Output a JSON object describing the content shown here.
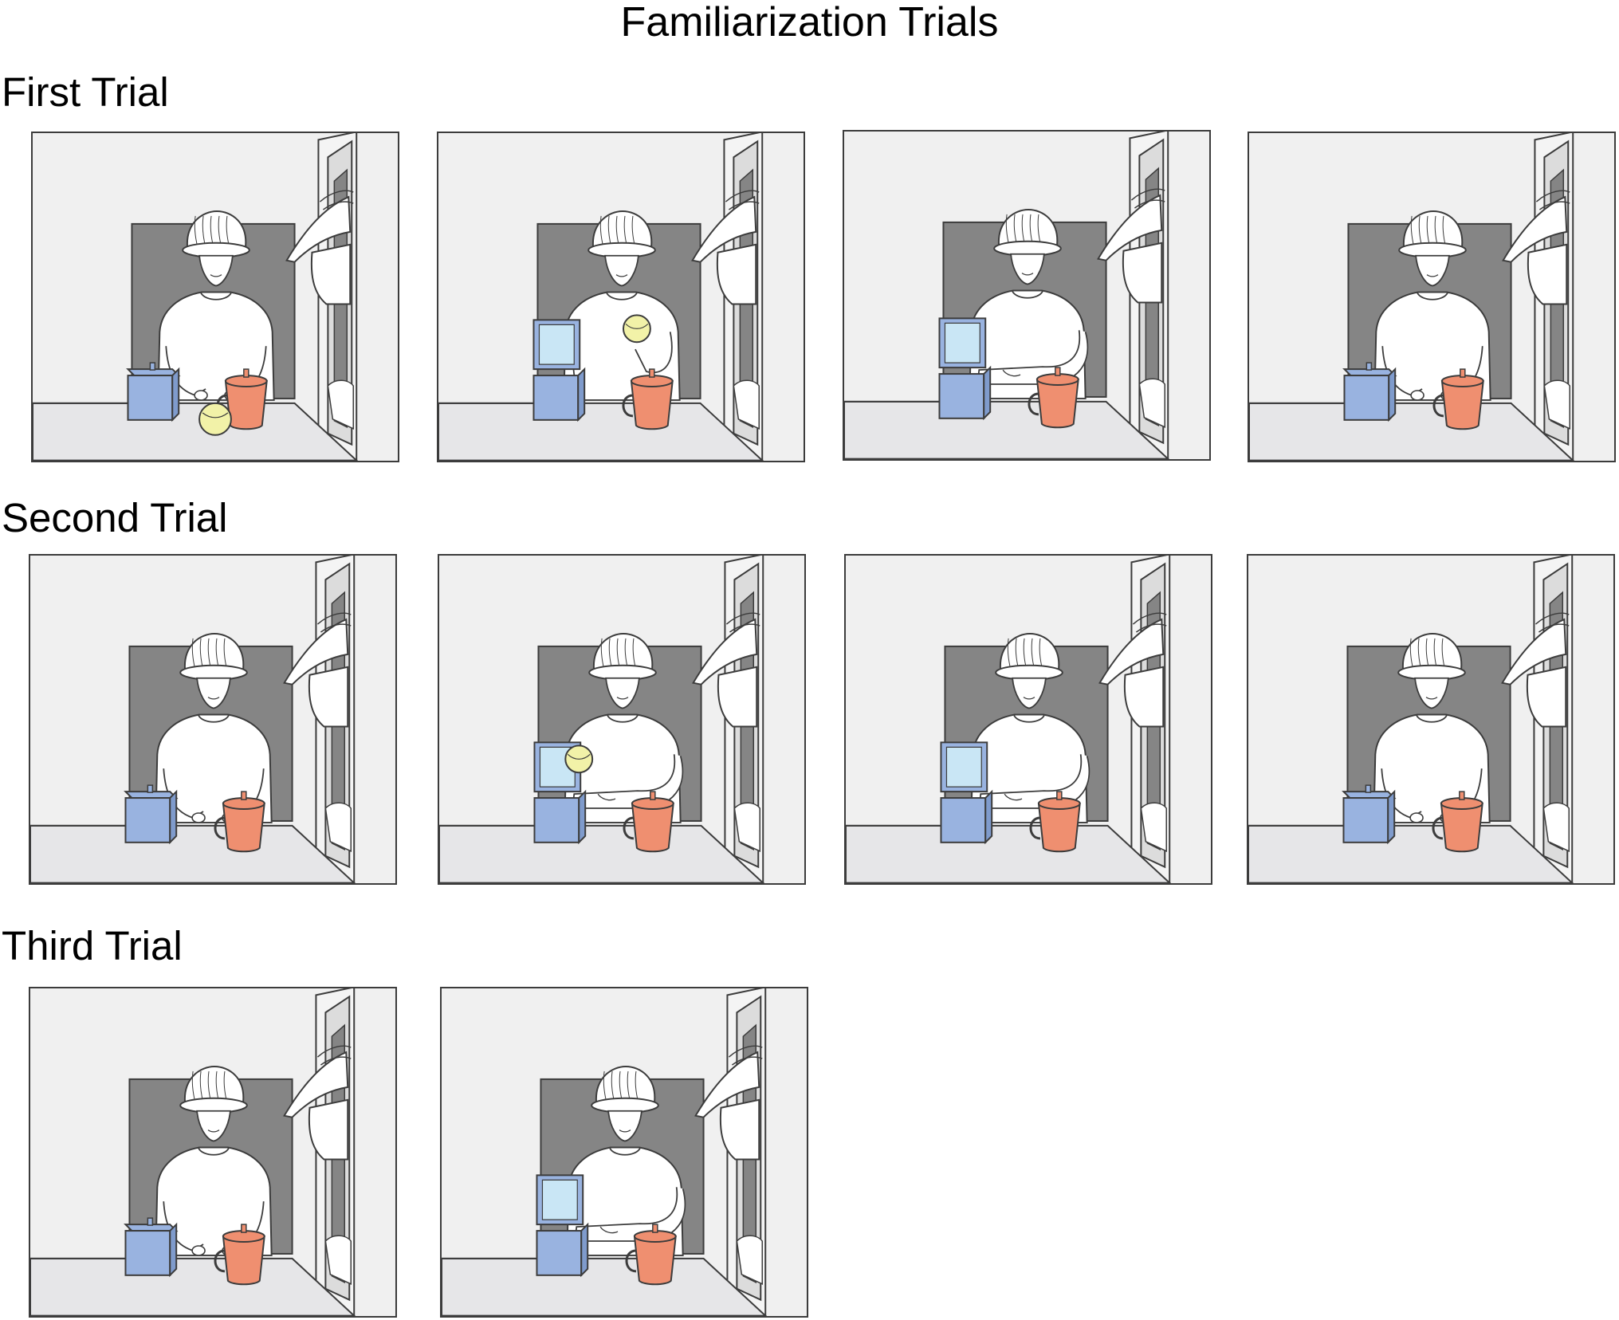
{
  "title": "Familiarization Trials",
  "trials": [
    {
      "label": "First Trial",
      "frames": [
        {
          "action": "rest",
          "ball_on_table": true
        },
        {
          "action": "lift-ball",
          "ball_in_hand": true
        },
        {
          "action": "reach-into-box"
        },
        {
          "action": "rest"
        }
      ]
    },
    {
      "label": "Second Trial",
      "frames": [
        {
          "action": "rest"
        },
        {
          "action": "place-ball",
          "ball_in_hand": true
        },
        {
          "action": "reach-into-box"
        },
        {
          "action": "rest"
        }
      ]
    },
    {
      "label": "Third Trial",
      "frames": [
        {
          "action": "rest"
        },
        {
          "action": "reach-into-box"
        }
      ]
    }
  ],
  "colors": {
    "room_wall": "#f0f0f0",
    "table": "#e6e6e8",
    "doorway": "#858585",
    "outline": "#3c3c3c",
    "skin": "#ffffff",
    "box": "#99b3e0",
    "box_lid_inside": "#c9e6f5",
    "mug": "#ef8f70",
    "ball": "#f2f2a8"
  }
}
